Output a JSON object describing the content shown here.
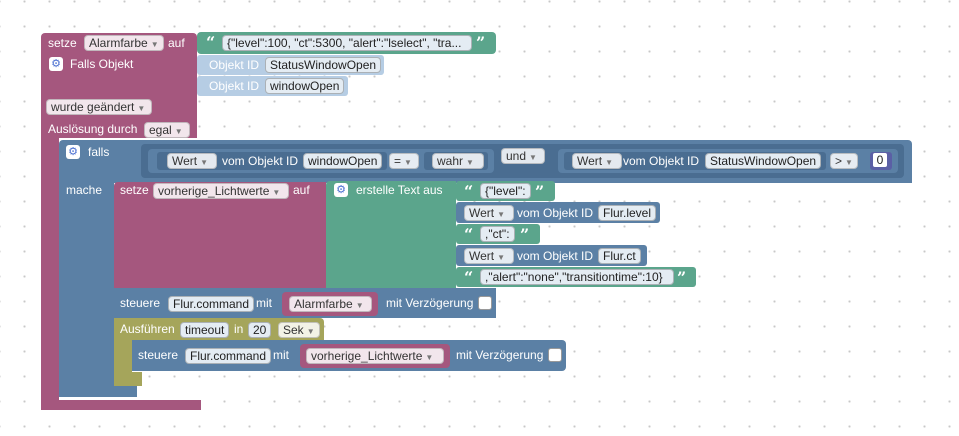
{
  "setze_block": {
    "label_setze": "setze",
    "variable": "Alarmfarbe",
    "label_auf": "auf",
    "string_value": "{\"level\":100, \"ct\":5300, \"alert\":\"lselect\", \"tra..."
  },
  "trigger_block": {
    "label": "Falls Objekt",
    "object_label_1": "Objekt ID",
    "object_value_1": "StatusWindowOpen",
    "object_label_2": "Objekt ID",
    "object_value_2": "windowOpen",
    "condition": "wurde geändert",
    "trigger_label": "Auslösung durch",
    "trigger_value": "egal"
  },
  "if_block": {
    "falls_label": "falls",
    "mache_label": "mache",
    "left_compare": {
      "wert": "Wert",
      "vom_objekt": "vom Objekt ID",
      "object": "windowOpen",
      "operator": "=",
      "value": "wahr"
    },
    "logic_op": "und",
    "right_compare": {
      "wert": "Wert",
      "vom_objekt": "vom Objekt ID",
      "object": "StatusWindowOpen",
      "operator": ">",
      "value": "0"
    }
  },
  "set_prev": {
    "label_setze": "setze",
    "variable": "vorherige_Lichtwerte",
    "label_auf": "auf",
    "create_text": "erstelle Text aus",
    "items": [
      {
        "type": "string",
        "value": "{\"level\":"
      },
      {
        "type": "value",
        "wert": "Wert",
        "vom_objekt": "vom Objekt ID",
        "object": "Flur.level"
      },
      {
        "type": "string",
        "value": ",\"ct\":"
      },
      {
        "type": "value",
        "wert": "Wert",
        "vom_objekt": "vom Objekt ID",
        "object": "Flur.ct"
      },
      {
        "type": "string",
        "value": ",\"alert\":\"none\",\"transitiontime\":10}"
      }
    ]
  },
  "control_1": {
    "label": "steuere",
    "object": "Flur.command",
    "label_mit": "mit",
    "variable": "Alarmfarbe",
    "delay_label": "mit Verzögerung"
  },
  "timeout_block": {
    "label": "Ausführen",
    "name": "timeout",
    "label_in": "in",
    "amount": "20",
    "unit": "Sek"
  },
  "control_2": {
    "label": "steuere",
    "object": "Flur.command",
    "label_mit": "mit",
    "variable": "vorherige_Lichtwerte",
    "delay_label": "mit Verzögerung"
  }
}
